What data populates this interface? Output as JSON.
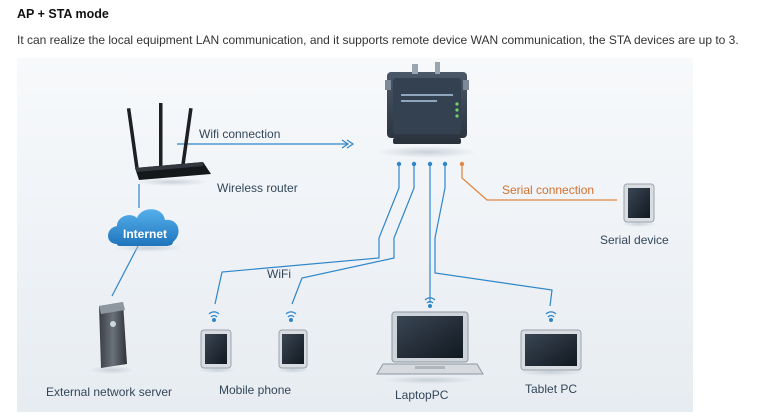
{
  "heading": "AP + STA mode",
  "description": "It can realize the local equipment LAN communication, and it supports remote device WAN communication,  the STA devices are up to 3.",
  "labels": {
    "wifi_connection": "Wifi connection",
    "wireless_router": "Wireless router",
    "internet": "Internet",
    "serial_connection": "Serial connection",
    "serial_device": "Serial device",
    "wifi": "WiFi",
    "external_network_server": "External network server",
    "mobile_phone": "Mobile phone",
    "laptop_pc": "LaptopPC",
    "tablet_pc": "Tablet PC"
  },
  "colors": {
    "link_blue": "#2f86c9",
    "serial_orange": "#e08744",
    "cloud_blue": "#2b8ad0",
    "label_text": "#33465a"
  },
  "icons": [
    "router-icon",
    "module-device-icon",
    "cloud-icon",
    "server-icon",
    "phone-icon",
    "tablet-icon",
    "laptop-icon",
    "serial-device-icon",
    "wifi-signal-icon"
  ]
}
